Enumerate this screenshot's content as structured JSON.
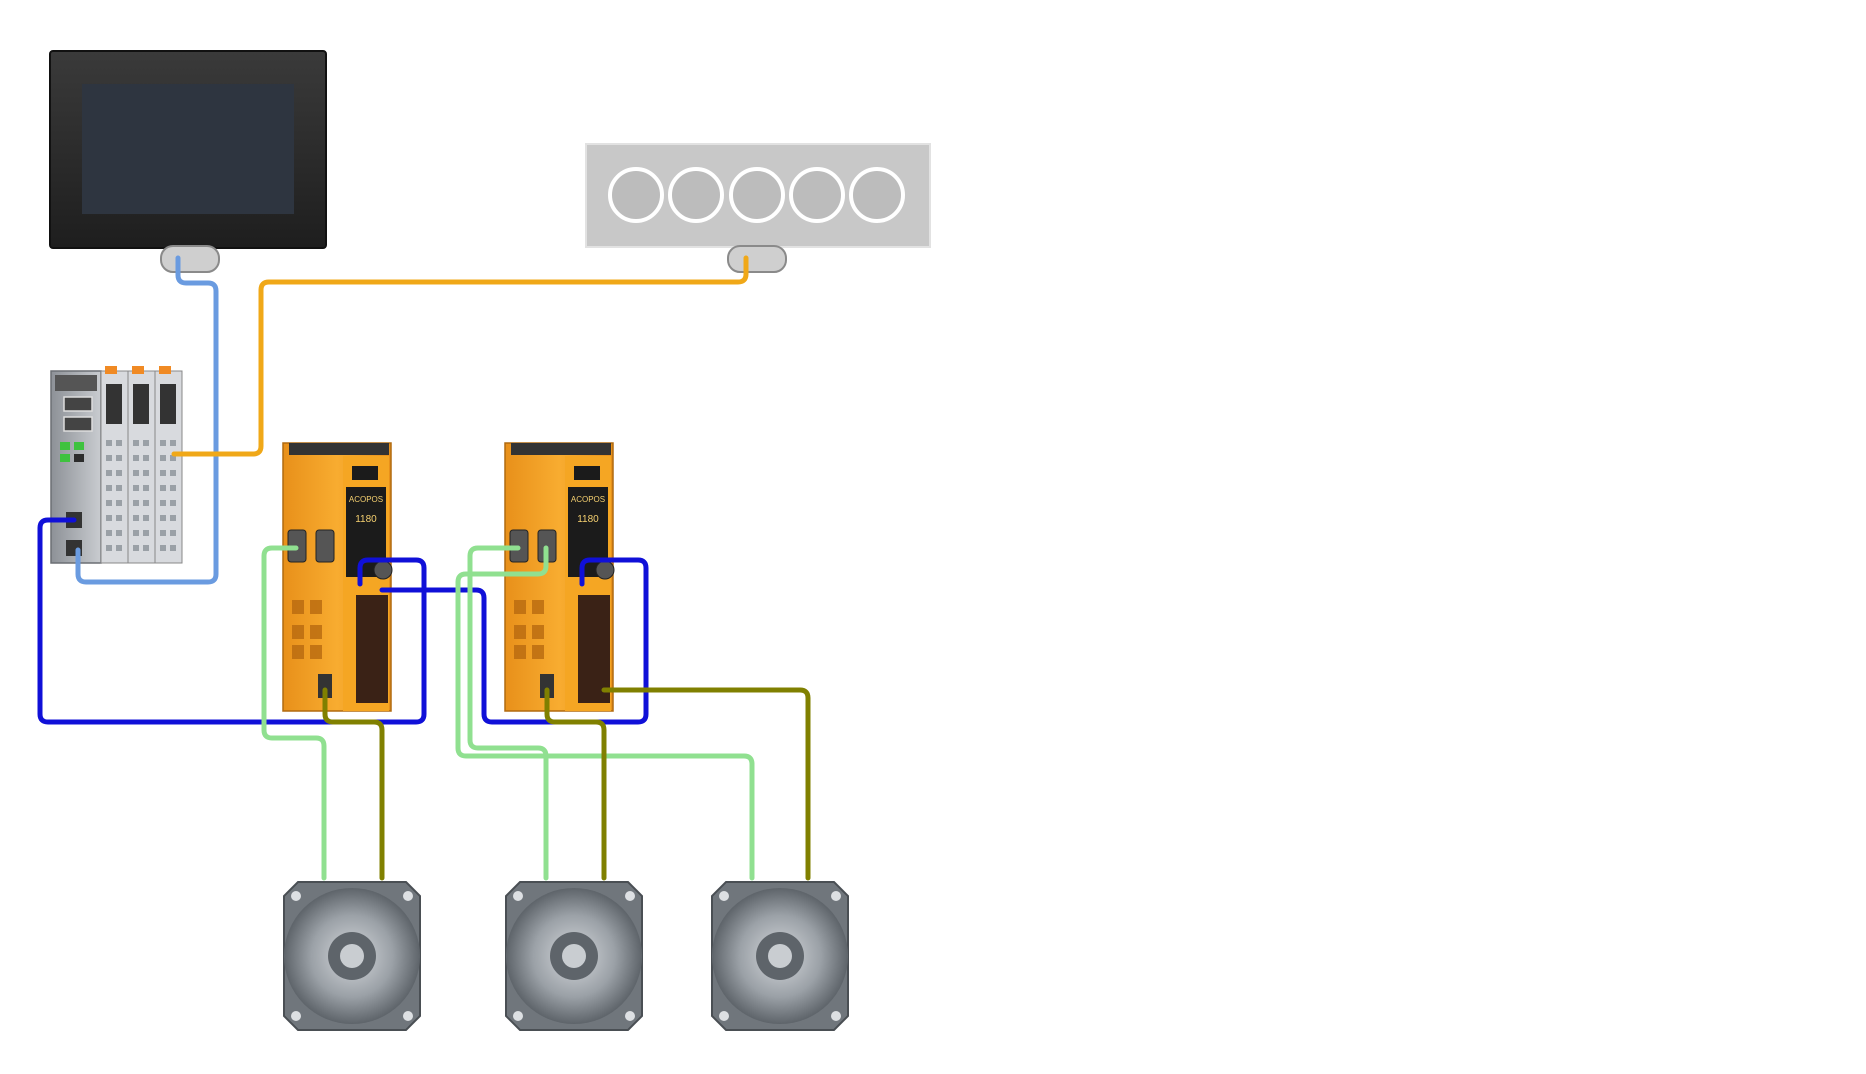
{
  "diagram": {
    "devices": {
      "hmi_panel": {
        "kind": "touch-panel"
      },
      "button_box": {
        "kind": "push-button-module",
        "button_count": 5
      },
      "plc": {
        "kind": "x20-controller"
      },
      "drive_1": {
        "kind": "acopos-micro-drive",
        "model_text": "ACOPOS",
        "series_text": "1180"
      },
      "drive_2": {
        "kind": "acopos-micro-drive",
        "model_text": "ACOPOS",
        "series_text": "1180"
      },
      "motor_1": {
        "kind": "servo-motor"
      },
      "motor_2": {
        "kind": "servo-motor"
      },
      "motor_3": {
        "kind": "servo-motor"
      }
    },
    "cable_colors": {
      "ethernet_hmi": "#6a9be0",
      "io_link": "#f0a818",
      "powerlink": "#1010d8",
      "encoder": "#90e090",
      "motor_power": "#808000"
    },
    "device_colors": {
      "drive_orange": "#f5a623",
      "panel_frame": "#2b2b2b",
      "screen": "#2e3540",
      "button_box": "#c8c8c8",
      "motor_metal": "#8a8f95"
    }
  }
}
